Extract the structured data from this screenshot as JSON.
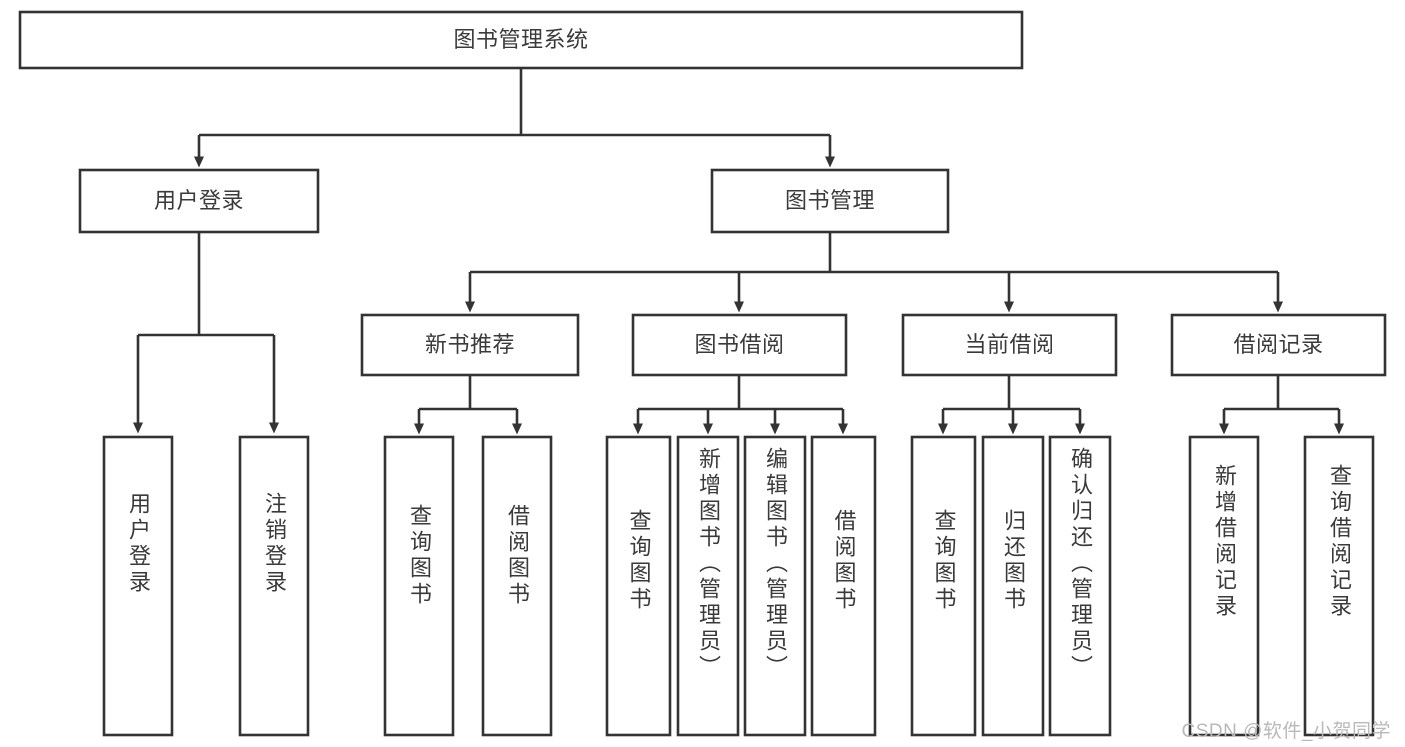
{
  "diagram": {
    "title": "图书管理系统",
    "type": "tree-hierarchy-diagram",
    "colors": {
      "box_stroke": "#333333",
      "box_fill": "#ffffff",
      "text": "#3a3a3a",
      "background": "#ffffff",
      "watermark": "#b9b9b9"
    },
    "root": {
      "label": "图书管理系统"
    },
    "level2": [
      {
        "label": "用户登录"
      },
      {
        "label": "图书管理"
      }
    ],
    "level3": [
      {
        "label": "新书推荐"
      },
      {
        "label": "图书借阅"
      },
      {
        "label": "当前借阅"
      },
      {
        "label": "借阅记录"
      }
    ],
    "leaves_user_login": [
      {
        "label": "用户登录"
      },
      {
        "label": "注销登录"
      }
    ],
    "leaves_new_books": [
      {
        "label": "查询图书"
      },
      {
        "label": "借阅图书"
      }
    ],
    "leaves_book_borrow": [
      {
        "label": "查询图书"
      },
      {
        "label": "新增图书（管理员）"
      },
      {
        "label": "编辑图书（管理员）"
      },
      {
        "label": "借阅图书"
      }
    ],
    "leaves_current_borrow": [
      {
        "label": "查询图书"
      },
      {
        "label": "归还图书"
      },
      {
        "label": "确认归还（管理员）"
      }
    ],
    "leaves_borrow_records": [
      {
        "label": "新增借阅记录"
      },
      {
        "label": "查询借阅记录"
      }
    ]
  },
  "watermark": {
    "text": "CSDN @软件_小贺同学"
  }
}
